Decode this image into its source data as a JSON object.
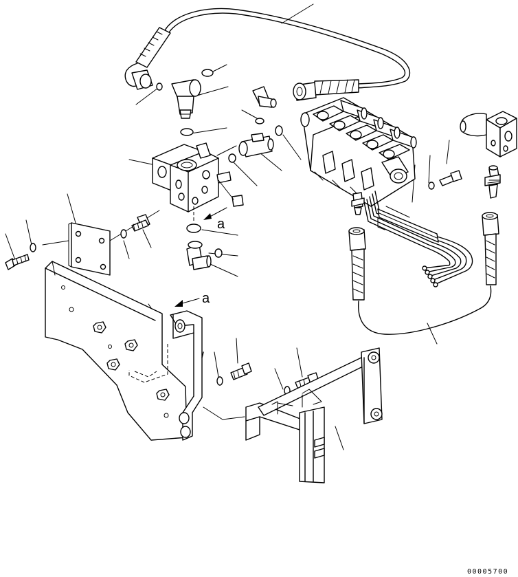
{
  "diagram": {
    "view_label_a": "a",
    "arrow_label_a": "a",
    "figure_code": "00005700"
  }
}
